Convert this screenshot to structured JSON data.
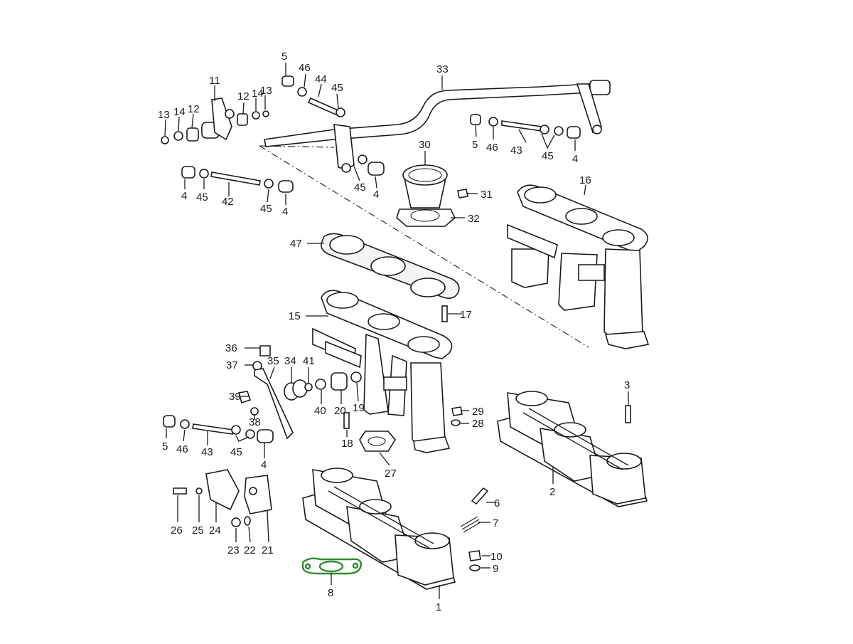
{
  "diagram": {
    "highlight_color": "#2e8b2e",
    "callouts": {
      "p1": "1",
      "p2": "2",
      "p3": "3",
      "p4a": "4",
      "p4b": "4",
      "p4c": "4",
      "p4d": "4",
      "p5a": "5",
      "p5b": "5",
      "p5c": "5",
      "p6": "6",
      "p7": "7",
      "p8": "8",
      "p9": "9",
      "p10": "10",
      "p11": "11",
      "p12a": "12",
      "p12b": "12",
      "p13a": "13",
      "p13b": "13",
      "p14a": "14",
      "p14b": "14",
      "p15": "15",
      "p16": "16",
      "p17": "17",
      "p18": "18",
      "p19": "19",
      "p20": "20",
      "p21": "21",
      "p22": "22",
      "p23": "23",
      "p24": "24",
      "p25": "25",
      "p26": "26",
      "p27": "27",
      "p28": "28",
      "p29": "29",
      "p30": "30",
      "p31": "31",
      "p32": "32",
      "p33": "33",
      "p34": "34",
      "p35": "35",
      "p36": "36",
      "p37": "37",
      "p38": "38",
      "p39": "39",
      "p40": "40",
      "p41": "41",
      "p42": "42",
      "p43a": "43",
      "p43b": "43",
      "p44": "44",
      "p45a": "45",
      "p45b": "45",
      "p45c": "45",
      "p45d": "45",
      "p45e": "45",
      "p46a": "46",
      "p46b": "46",
      "p46c": "46",
      "p47": "47"
    }
  }
}
